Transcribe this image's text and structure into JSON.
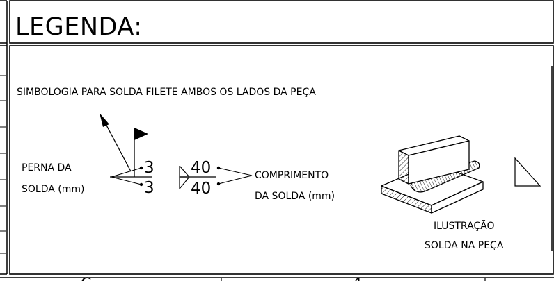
{
  "header": {
    "title": "LEGENDA:"
  },
  "symbology": {
    "caption": "SIMBOLOGIA PARA SOLDA FILETE AMBOS OS LADOS DA PEÇA",
    "leg_label_line1": "PERNA DA",
    "leg_label_line2": "SOLDA  (mm)",
    "length_label_line1": "COMPRIMENTO",
    "length_label_line2": "DA SOLDA  (mm)",
    "top_leg": "3",
    "bottom_leg": "3",
    "top_length": "40",
    "bottom_length": "40"
  },
  "illustration": {
    "label_line1": "ILUSTRAÇÃO",
    "label_line2": "SOLDA NA PEÇA"
  },
  "footer": {
    "cell1_fragment": "C",
    "cell2_fragment": "4"
  }
}
